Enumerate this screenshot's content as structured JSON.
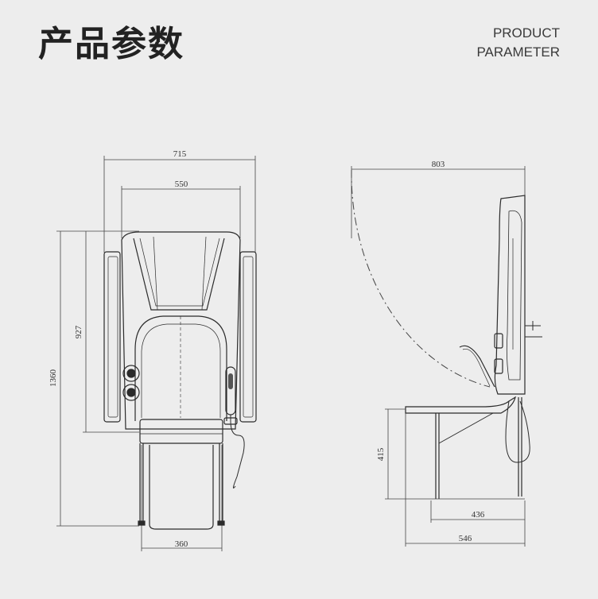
{
  "header": {
    "title": "产品参数",
    "subtitle_line1": "PRODUCT",
    "subtitle_line2": "PARAMETER"
  },
  "front_view": {
    "dim_overall_width": "715",
    "dim_inner_width": "550",
    "dim_overall_height": "1360",
    "dim_back_height": "927",
    "dim_seat_width": "360"
  },
  "side_view": {
    "dim_swing_radius": "803",
    "dim_seat_height": "415",
    "dim_leg_depth": "436",
    "dim_total_depth": "546"
  },
  "colors": {
    "background": "#ededed",
    "line": "#2b2b2b",
    "text": "#222222"
  }
}
